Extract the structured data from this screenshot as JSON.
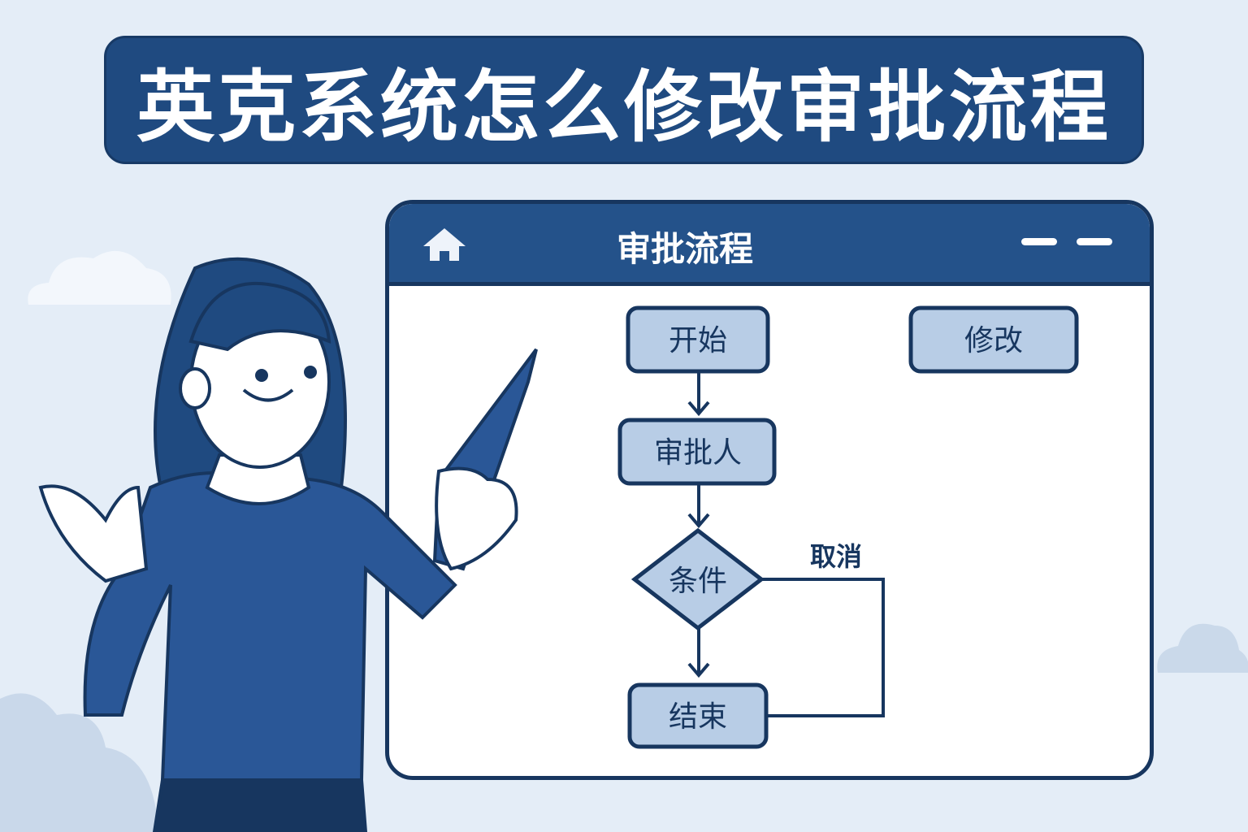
{
  "banner": {
    "title": "英克系统怎么修改审批流程"
  },
  "window": {
    "title": "审批流程",
    "home_icon": "home-icon"
  },
  "flowchart": {
    "start": "开始",
    "approver": "审批人",
    "condition": "条件",
    "end": "结束",
    "cancel_label": "取消",
    "edit_button": "修改"
  },
  "colors": {
    "primary": "#24528a",
    "outline": "#17365f",
    "node_fill": "#b8cde6",
    "background": "#e4edf7"
  }
}
